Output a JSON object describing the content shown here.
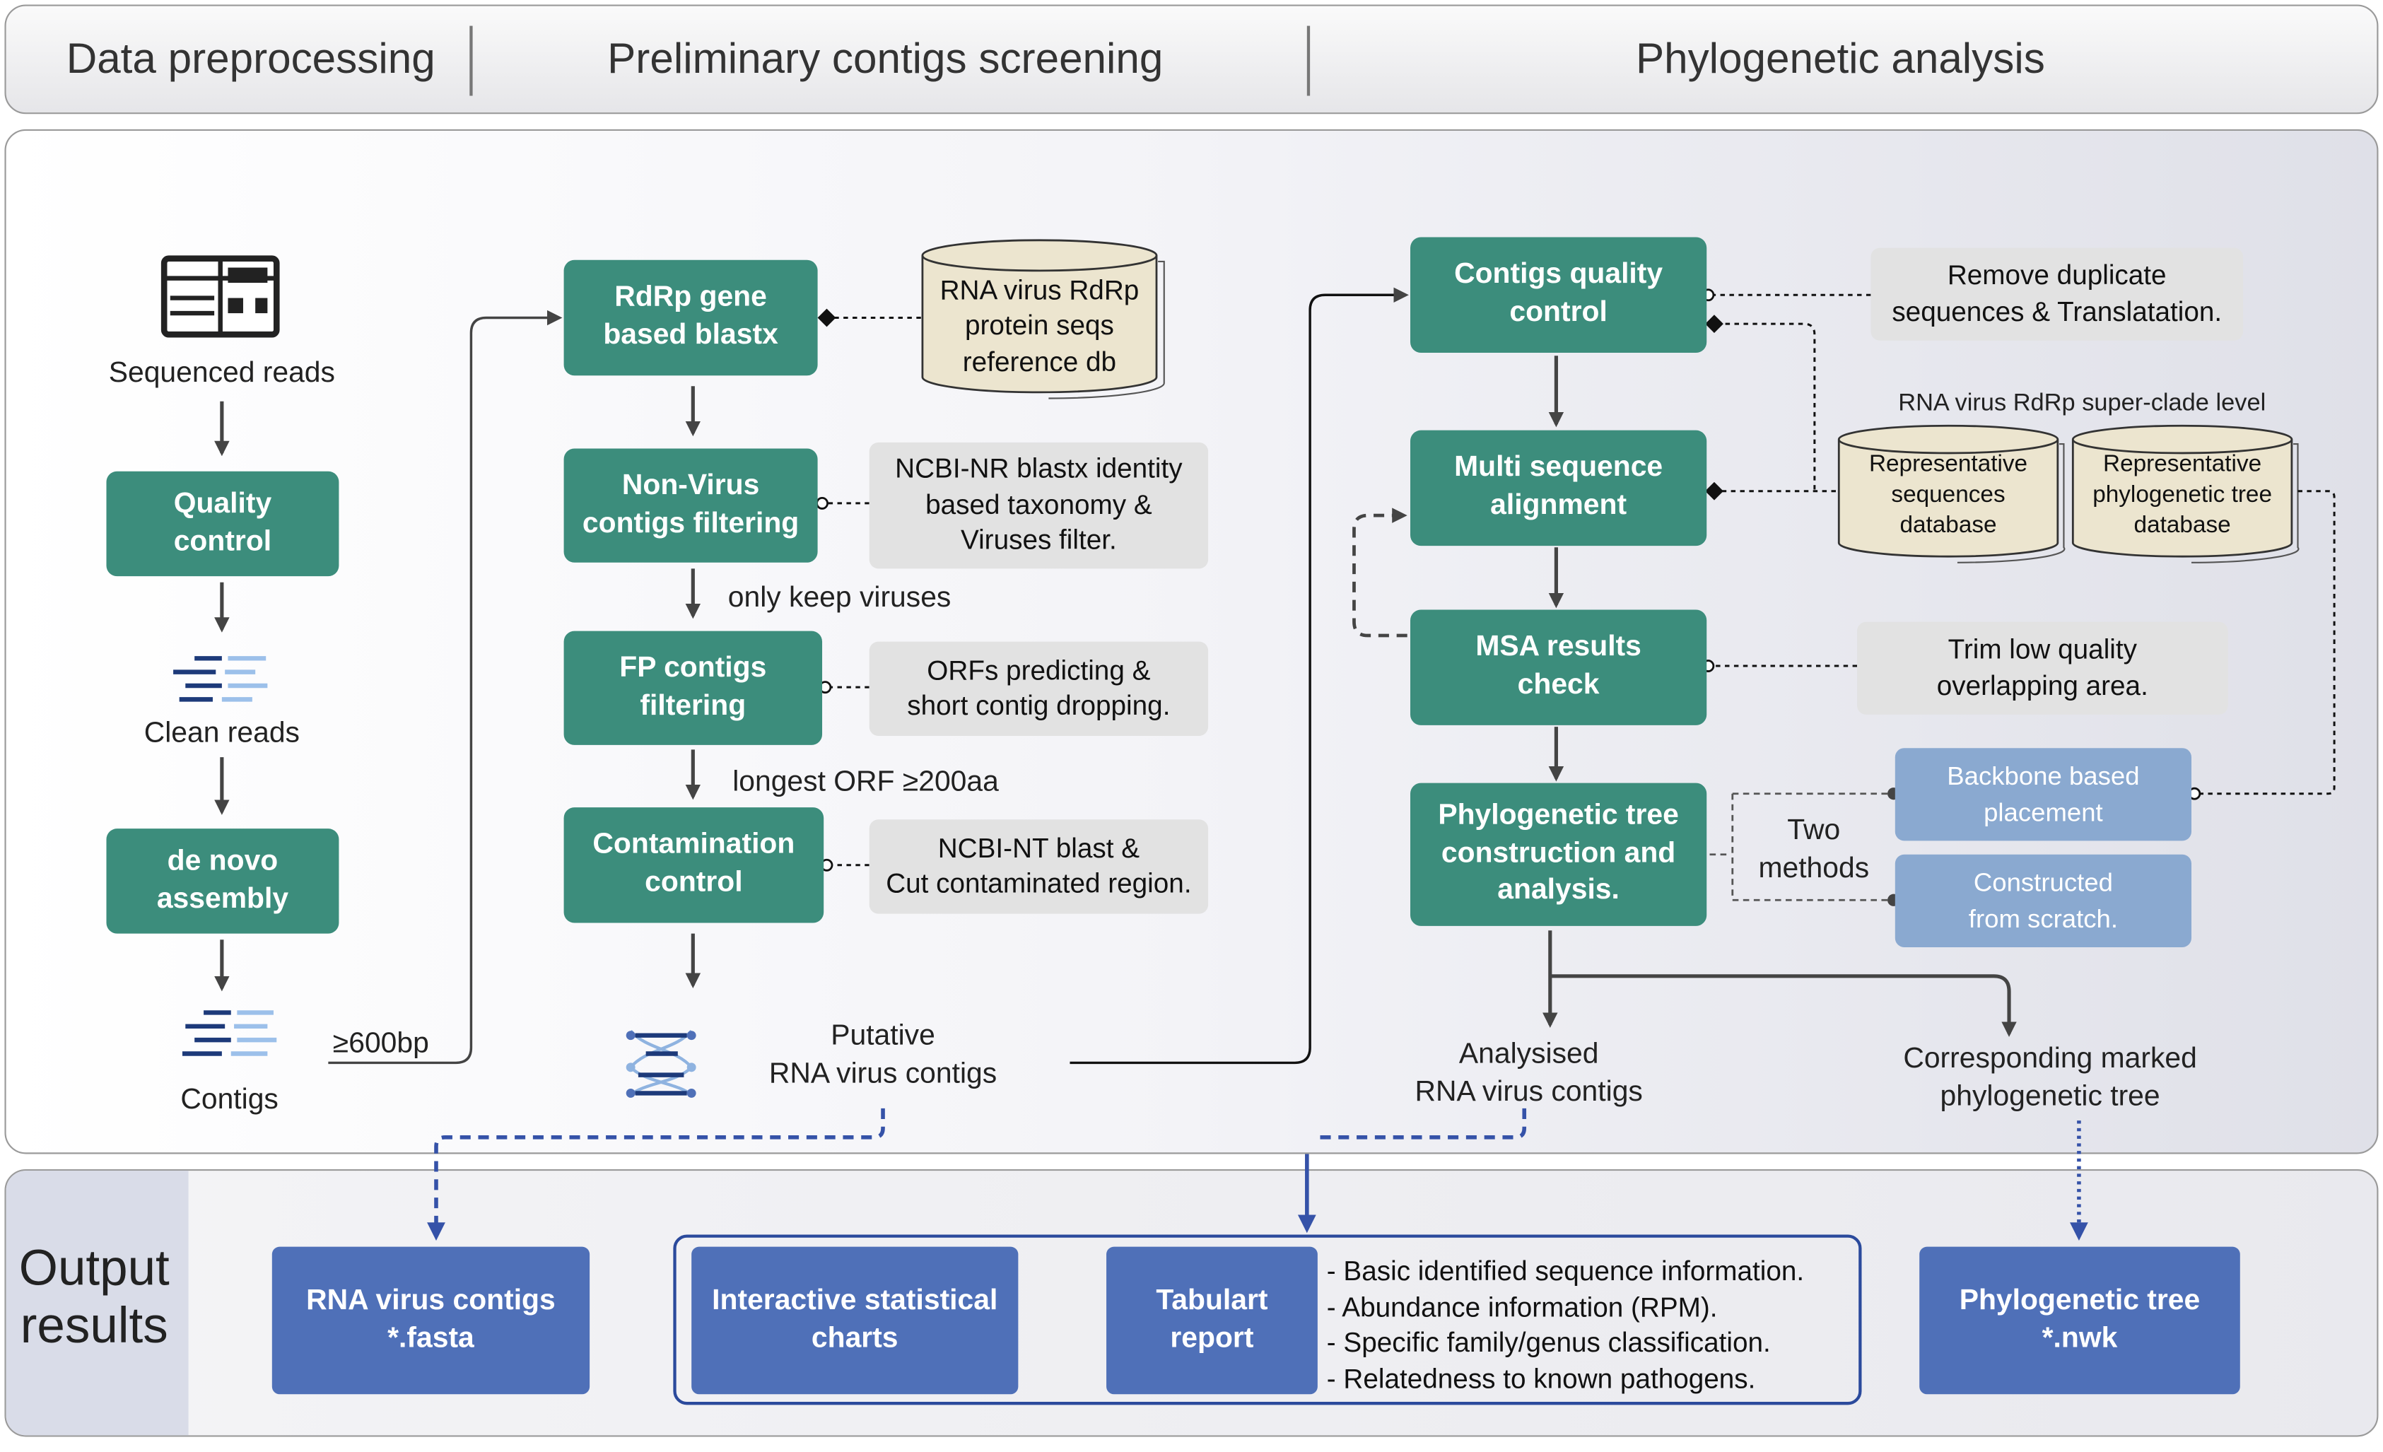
{
  "header": {
    "section_1": "Data preprocessing",
    "section_2": "Preliminary contigs screening",
    "section_3": "Phylogenetic analysis"
  },
  "preprocessing": {
    "sequenced_reads": "Sequenced reads",
    "quality_control": "Quality\ncontrol",
    "clean_reads": "Clean reads",
    "assembly": "de novo\nassembly",
    "contigs": "Contigs",
    "length_filter": "≥600bp"
  },
  "screening": {
    "rdrp_blastx": "RdRp gene\nbased blastx",
    "rdrp_db": "RNA virus RdRp\nprotein seqs\nreference db",
    "non_virus_filter": "Non-Virus\ncontigs filtering",
    "ncbi_nr_note": "NCBI-NR blastx identity\nbased taxonomy &\nViruses filter.",
    "only_keep_viruses": "only keep viruses",
    "fp_filter": "FP contigs\nfiltering",
    "orf_note": "ORFs predicting &\nshort contig dropping.",
    "longest_orf": "longest ORF ≥200aa",
    "contamination": "Contamination\ncontrol",
    "ncbi_nt_note": "NCBI-NT blast &\nCut contaminated region.",
    "putative_contigs": "Putative\nRNA virus contigs"
  },
  "phylogenetic": {
    "contigs_qc": "Contigs quality\ncontrol",
    "remove_dup_note": "Remove duplicate\nsequences & Translatation.",
    "superclade_label": "RNA virus RdRp super-clade level",
    "rep_seq_db": "Representative\nsequences\ndatabase",
    "rep_tree_db": "Representative\nphylogenetic tree\ndatabase",
    "msa": "Multi sequence\nalignment",
    "msa_check": "MSA results\ncheck",
    "trim_note": "Trim low quality\noverlapping area.",
    "tree_construction": "Phylogenetic tree\nconstruction and\nanalysis.",
    "two_methods": "Two\nmethods",
    "backbone": "Backbone based\nplacement",
    "scratch": "Constructed\nfrom scratch.",
    "analysed_contigs": "Analysised\nRNA virus contigs",
    "marked_tree": "Corresponding marked\nphylogenetic tree"
  },
  "output": {
    "title": "Output\nresults",
    "fasta": "RNA virus contigs\n*.fasta",
    "charts": "Interactive statistical\ncharts",
    "tabular": "Tabulart\nreport",
    "report_items": [
      "- Basic identified sequence information.",
      "- Abundance information (RPM).",
      "- Specific family/genus classification.",
      "- Relatedness to known pathogens."
    ],
    "tree": "Phylogenetic tree\n*.nwk"
  },
  "colors": {
    "process_box": "#3c8d7c",
    "note_box": "#e2e2e2",
    "method_box": "#8aa9d0",
    "output_box": "#4f70b8",
    "database": "#ece5cf"
  }
}
